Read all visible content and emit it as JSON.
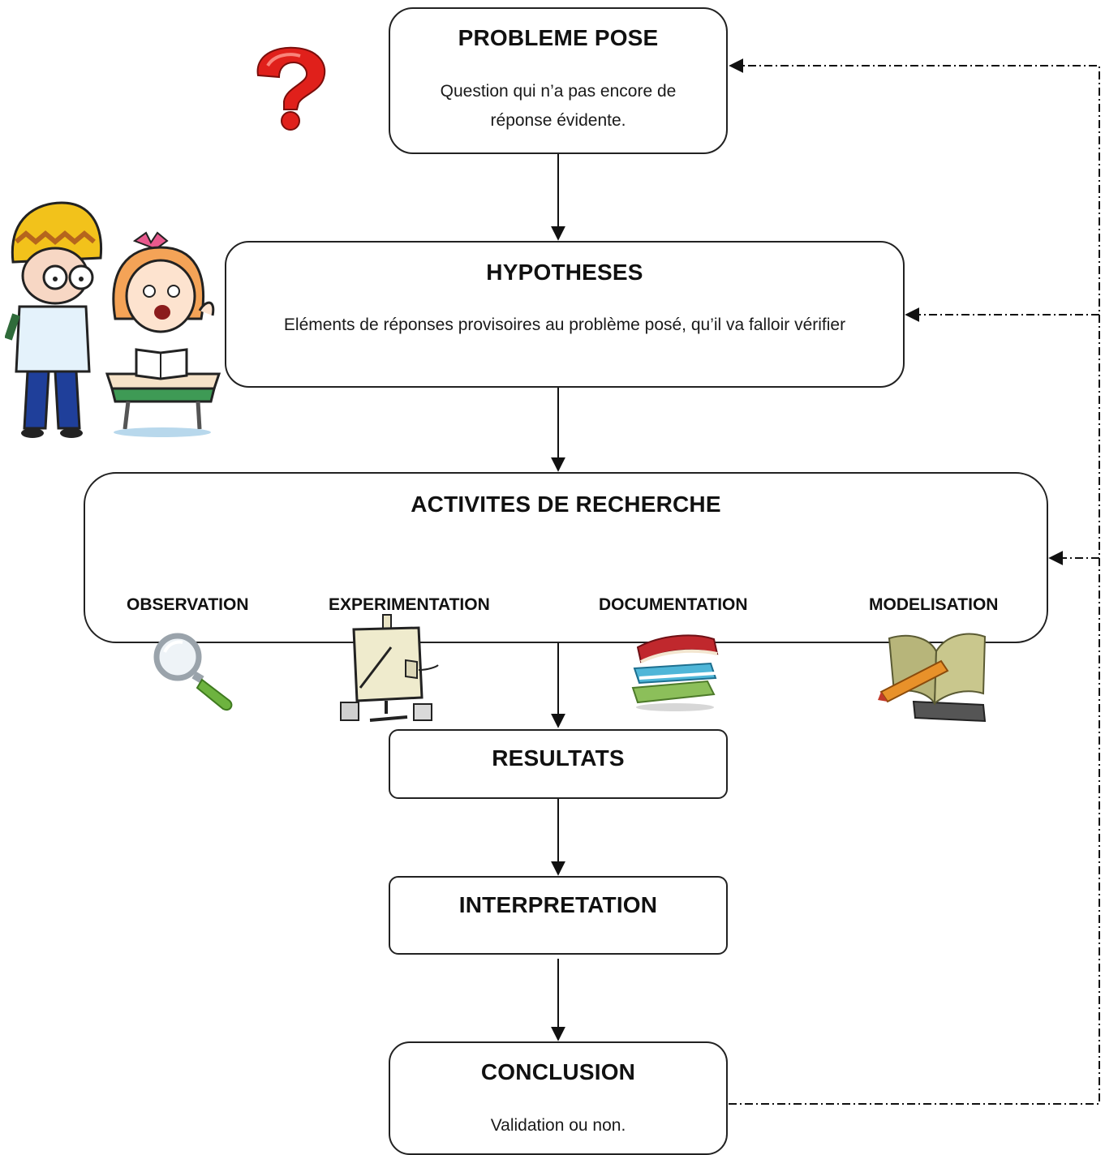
{
  "probleme": {
    "title": "PROBLEME POSE",
    "line1": "Question qui n’a pas encore de",
    "line2": "réponse évidente."
  },
  "hypotheses": {
    "title": "HYPOTHESES",
    "desc": "Eléments de réponses provisoires au problème posé, qu’il va falloir vérifier"
  },
  "activites": {
    "title": "ACTIVITES DE RECHERCHE",
    "items": [
      {
        "label": "OBSERVATION",
        "icon": "magnifying-glass-icon"
      },
      {
        "label": "EXPERIMENTATION",
        "icon": "easel-icon"
      },
      {
        "label": "DOCUMENTATION",
        "icon": "books-icon"
      },
      {
        "label": "MODELISATION",
        "icon": "open-book-pencil-icon"
      }
    ]
  },
  "resultats": {
    "title": "RESULTATS"
  },
  "interpretation": {
    "title": "INTERPRETATION"
  },
  "conclusion": {
    "title": "CONCLUSION",
    "desc": "Validation ou non."
  },
  "illustrations": [
    "question-mark-icon",
    "boy-student-illustration",
    "girl-at-desk-illustration"
  ],
  "colors": {
    "border": "#222222",
    "question_mark": "#e0201b",
    "magnifier_handle": "#6db33f",
    "book_red": "#c0282d",
    "book_blue": "#4fb6d8",
    "book_green": "#8cbf5a",
    "pencil": "#e8912a"
  }
}
